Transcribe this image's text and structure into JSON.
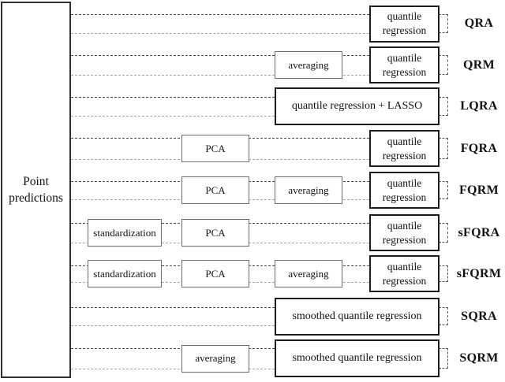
{
  "source": {
    "label": "Point predictions"
  },
  "rows": [
    {
      "id": "qra",
      "label": "QRA",
      "boxes": [
        {
          "col": "final",
          "text": "quantile regression"
        }
      ]
    },
    {
      "id": "qrm",
      "label": "QRM",
      "boxes": [
        {
          "col": "avg",
          "text": "averaging"
        },
        {
          "col": "final",
          "text": "quantile regression"
        }
      ]
    },
    {
      "id": "lqra",
      "label": "LQRA",
      "boxes": [
        {
          "col": "big",
          "text": "quantile regression + LASSO"
        }
      ]
    },
    {
      "id": "fqra",
      "label": "FQRA",
      "boxes": [
        {
          "col": "pca",
          "text": "PCA"
        },
        {
          "col": "final",
          "text": "quantile regression"
        }
      ]
    },
    {
      "id": "fqrm",
      "label": "FQRM",
      "boxes": [
        {
          "col": "pca",
          "text": "PCA"
        },
        {
          "col": "avg",
          "text": "averaging"
        },
        {
          "col": "final",
          "text": "quantile regression"
        }
      ]
    },
    {
      "id": "sfqra",
      "label": "sFQRA",
      "boxes": [
        {
          "col": "std",
          "text": "standardization"
        },
        {
          "col": "pca",
          "text": "PCA"
        },
        {
          "col": "final",
          "text": "quantile regression"
        }
      ]
    },
    {
      "id": "sfqrm",
      "label": "sFQRM",
      "boxes": [
        {
          "col": "std",
          "text": "standardization"
        },
        {
          "col": "pca",
          "text": "PCA"
        },
        {
          "col": "avg",
          "text": "averaging"
        },
        {
          "col": "final",
          "text": "quantile regression"
        }
      ]
    },
    {
      "id": "sqra",
      "label": "SQRA",
      "boxes": [
        {
          "col": "big",
          "text": "smoothed quantile regression"
        }
      ]
    },
    {
      "id": "sqrm",
      "label": "SQRM",
      "boxes": [
        {
          "col": "pca",
          "text": "averaging"
        },
        {
          "col": "big",
          "text": "smoothed quantile regression"
        }
      ]
    }
  ],
  "colors": {
    "background": "#ffffff",
    "box_border_strong": "#1c1c1c",
    "box_border_light": "#6e6e6e",
    "connector_dark": "#4a4a4a",
    "connector_light": "#a8a8a8",
    "bracket": "#5a5a5a",
    "text": "#111111"
  }
}
